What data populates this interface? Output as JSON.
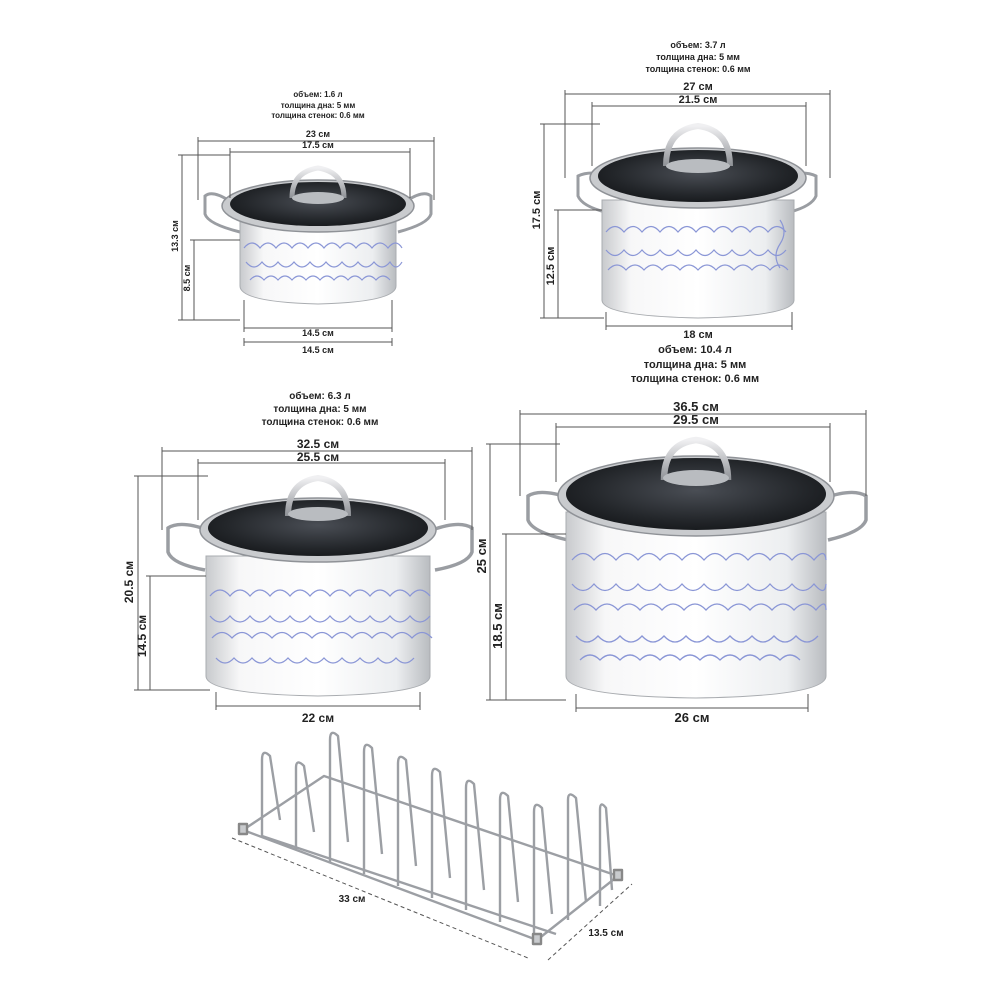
{
  "pots": [
    {
      "id": "pot-1",
      "specs": [
        "объем: 1.6 л",
        "толщина дна: 5 мм",
        "толщина стенок: 0.6 мм"
      ],
      "dims": {
        "width_handles": "23 см",
        "lid": "17.5 см",
        "height_total": "13.3 см",
        "height_body": "8.5 см",
        "base_top": "14.5 см",
        "base_bottom": "14.5 см"
      }
    },
    {
      "id": "pot-2",
      "specs": [
        "объем: 3.7 л",
        "толщина дна: 5 мм",
        "толщина стенок: 0.6 мм"
      ],
      "dims": {
        "width_handles": "27 см",
        "lid": "21.5 см",
        "height_total": "17.5 см",
        "height_body": "12.5 см",
        "base": "18 см"
      }
    },
    {
      "id": "pot-3",
      "specs": [
        "объем: 6.3 л",
        "толщина дна: 5 мм",
        "толщина стенок: 0.6 мм"
      ],
      "dims": {
        "width_handles": "32.5 см",
        "lid": "25.5 см",
        "height_total": "20.5 см",
        "height_body": "14.5 см",
        "base": "22 см"
      }
    },
    {
      "id": "pot-4",
      "specs": [
        "объем: 10.4 л",
        "толщина дна: 5 мм",
        "толщина стенок: 0.6 мм"
      ],
      "dims": {
        "width_handles": "36.5 см",
        "lid": "29.5 см",
        "height_total": "25 см",
        "height_body": "18.5 см",
        "base": "26 см"
      }
    }
  ],
  "rack": {
    "length": "33 см",
    "depth": "13.5 см"
  },
  "colors": {
    "line": "#333333",
    "steel": "#d9dadd",
    "glass": "#2a2d31",
    "pattern": "#8a96d6"
  }
}
